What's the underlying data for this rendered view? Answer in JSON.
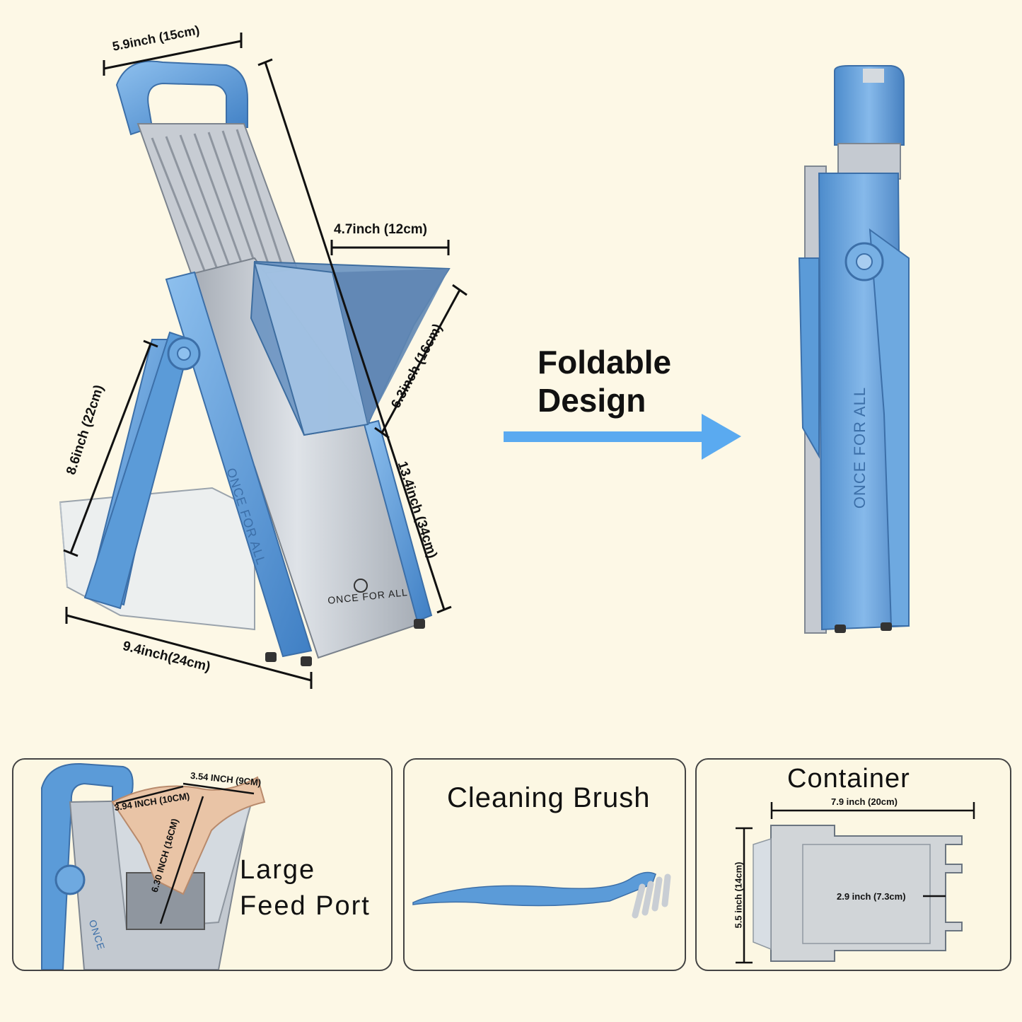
{
  "main": {
    "dims": {
      "width": "5.9inch (15cm)",
      "feed_width": "4.7inch (12cm)",
      "feed_depth": "6.3inch (16cm)",
      "height": "13.4inch (34cm)",
      "leg": "8.6inch (22cm)",
      "base": "9.4inch(24cm)"
    },
    "brand": "ONCE FOR ALL",
    "brand_side": "ONCE FOR ALL"
  },
  "fold": {
    "line1": "Foldable",
    "line2": "Design",
    "brand": "ONCE FOR ALL"
  },
  "panels": {
    "feed": {
      "title_line1": "Large",
      "title_line2": "Feed Port",
      "dim_a": "3.54 INCH (9CM)",
      "dim_b": "3.94 INCH (10CM)",
      "dim_c": "6.30 INCH (16CM)",
      "brand": "ONCE"
    },
    "brush": {
      "title": "Cleaning Brush"
    },
    "container": {
      "title": "Container",
      "dim_w": "7.9 inch (20cm)",
      "dim_h": "5.5 inch (14cm)",
      "dim_s": "2.9 inch (7.3cm)"
    }
  },
  "colors": {
    "background": "#fdf8e6",
    "accent_blue": "#5b9bd8",
    "arrow_blue": "#5aaaf0",
    "silver": "#b9bfc8"
  }
}
